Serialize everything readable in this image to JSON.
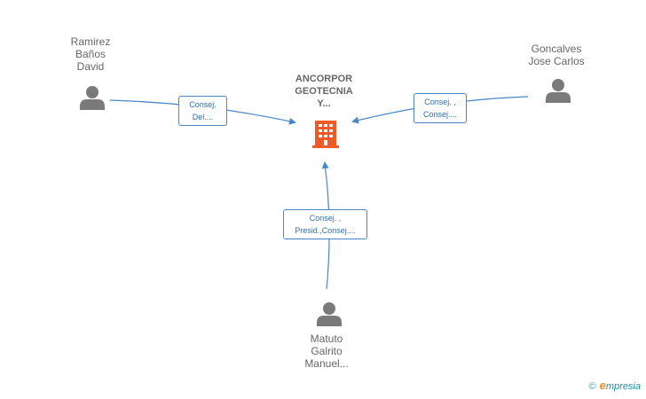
{
  "company": {
    "lines": [
      "ANCORPOR",
      "GEOTECNIA",
      "Y..."
    ],
    "icon": "building-icon",
    "color": "#f05a28"
  },
  "persons": [
    {
      "lines": [
        "Ramirez",
        "Baños",
        "David"
      ],
      "icon": "person-icon"
    },
    {
      "lines": [
        "Goncalves",
        "Jose Carlos"
      ],
      "icon": "person-icon"
    },
    {
      "lines": [
        "Matuto",
        "Galrito",
        "Manuel..."
      ],
      "icon": "person-icon"
    }
  ],
  "roles": [
    {
      "lines": [
        "Consej.",
        "Del...."
      ]
    },
    {
      "lines": [
        "Consej. ,",
        "Consej...."
      ]
    },
    {
      "lines": [
        "Consej. ,",
        "Presid.,Consej...."
      ]
    }
  ],
  "brand": {
    "copyright": "©",
    "initial": "e",
    "rest": "mpresia"
  },
  "colors": {
    "edge": "#4a86c8",
    "person": "#7a7a7a",
    "company": "#f05a28"
  }
}
